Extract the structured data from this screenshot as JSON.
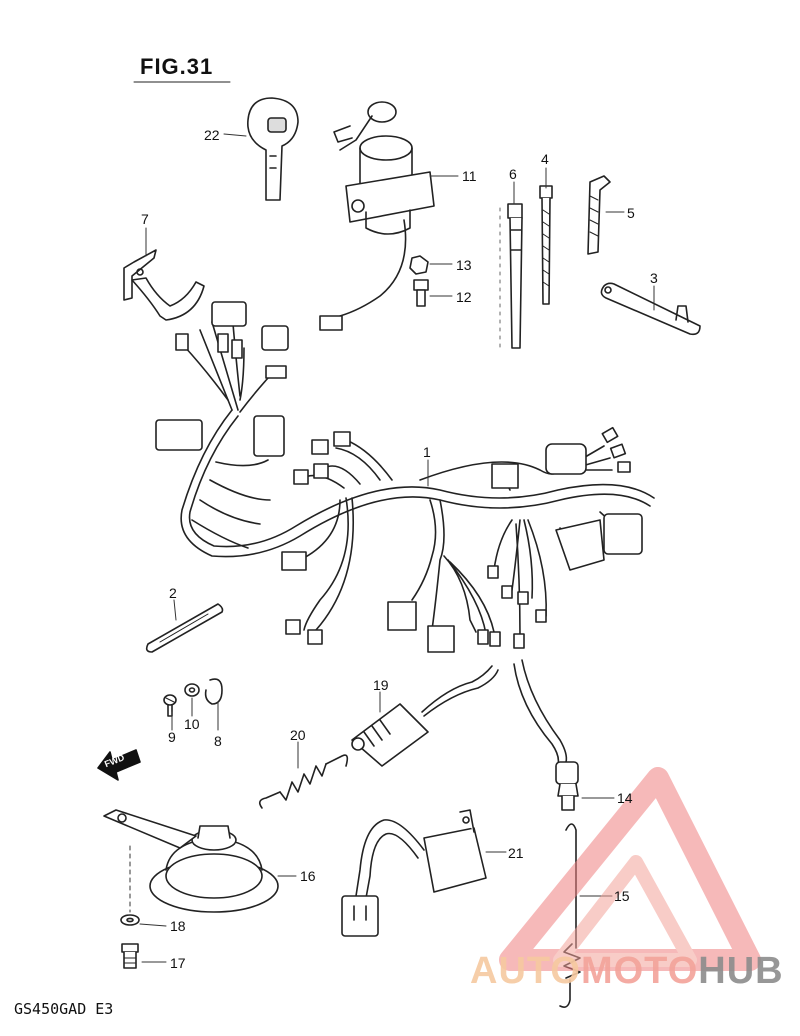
{
  "figure": {
    "title": "FIG.31",
    "model_code": "GS450GAD E3",
    "direction_label": "FWD"
  },
  "callouts": [
    {
      "id": "1",
      "label": "1"
    },
    {
      "id": "2",
      "label": "2"
    },
    {
      "id": "3",
      "label": "3"
    },
    {
      "id": "4",
      "label": "4"
    },
    {
      "id": "5",
      "label": "5"
    },
    {
      "id": "6",
      "label": "6"
    },
    {
      "id": "7",
      "label": "7"
    },
    {
      "id": "8",
      "label": "8"
    },
    {
      "id": "9",
      "label": "9"
    },
    {
      "id": "10",
      "label": "10"
    },
    {
      "id": "11",
      "label": "11"
    },
    {
      "id": "12",
      "label": "12"
    },
    {
      "id": "13",
      "label": "13"
    },
    {
      "id": "14",
      "label": "14"
    },
    {
      "id": "15",
      "label": "15"
    },
    {
      "id": "16",
      "label": "16"
    },
    {
      "id": "17",
      "label": "17"
    },
    {
      "id": "18",
      "label": "18"
    },
    {
      "id": "19",
      "label": "19"
    },
    {
      "id": "20",
      "label": "20"
    },
    {
      "id": "21",
      "label": "21"
    },
    {
      "id": "22",
      "label": "22"
    }
  ],
  "watermark": {
    "part1": "AUTO",
    "part2": "MOTO",
    "part3": "HUB",
    "color_a": "#f6c9a0",
    "color_b": "#f3a39a",
    "color_c": "#8c8c8c"
  }
}
